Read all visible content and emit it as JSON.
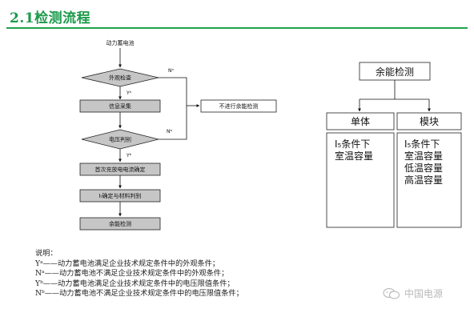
{
  "title": "2.1检测流程",
  "flowchart": {
    "start_label": "动力蓄电池",
    "diamond1": "外观检查",
    "n_a": "Nᵃ",
    "y_a": "Yᵃ",
    "step_collect": "信息采集",
    "no_check": "不进行余能检测",
    "diamond2": "电压判别",
    "n_b": "Nᵇ",
    "y_b": "Yᵇ",
    "step_first_charge": "首次充放电电流确定",
    "step_i_confirm": "Iₜ确定与材料判别",
    "step_final": "余能检测"
  },
  "tree": {
    "root": "余能检测",
    "left_header": "单体",
    "left_items": [
      "I₅条件下",
      "室温容量"
    ],
    "right_header": "模块",
    "right_items": [
      "I₅条件下",
      "室温容量",
      "低温容量",
      "高温容量"
    ]
  },
  "notes": {
    "heading": "说明：",
    "lines": [
      {
        "key": "Yᵃ",
        "text": "——动力蓄电池满足企业技术规定条件中的外观条件；"
      },
      {
        "key": "Nᵃ",
        "text": "——动力蓄电池不满足企业技术规定条件中的外观条件；"
      },
      {
        "key": "Yᵇ",
        "text": "——动力蓄电池满足企业技术规定条件中的电压限值条件；"
      },
      {
        "key": "Nᵇ",
        "text": "——动力蓄电池不满足企业技术规定条件中的电压限值条件；"
      }
    ]
  },
  "watermark": "中国电源",
  "colors": {
    "title": "#1a9a4a",
    "box_fill": "#c6c6c6",
    "border": "#222222"
  }
}
